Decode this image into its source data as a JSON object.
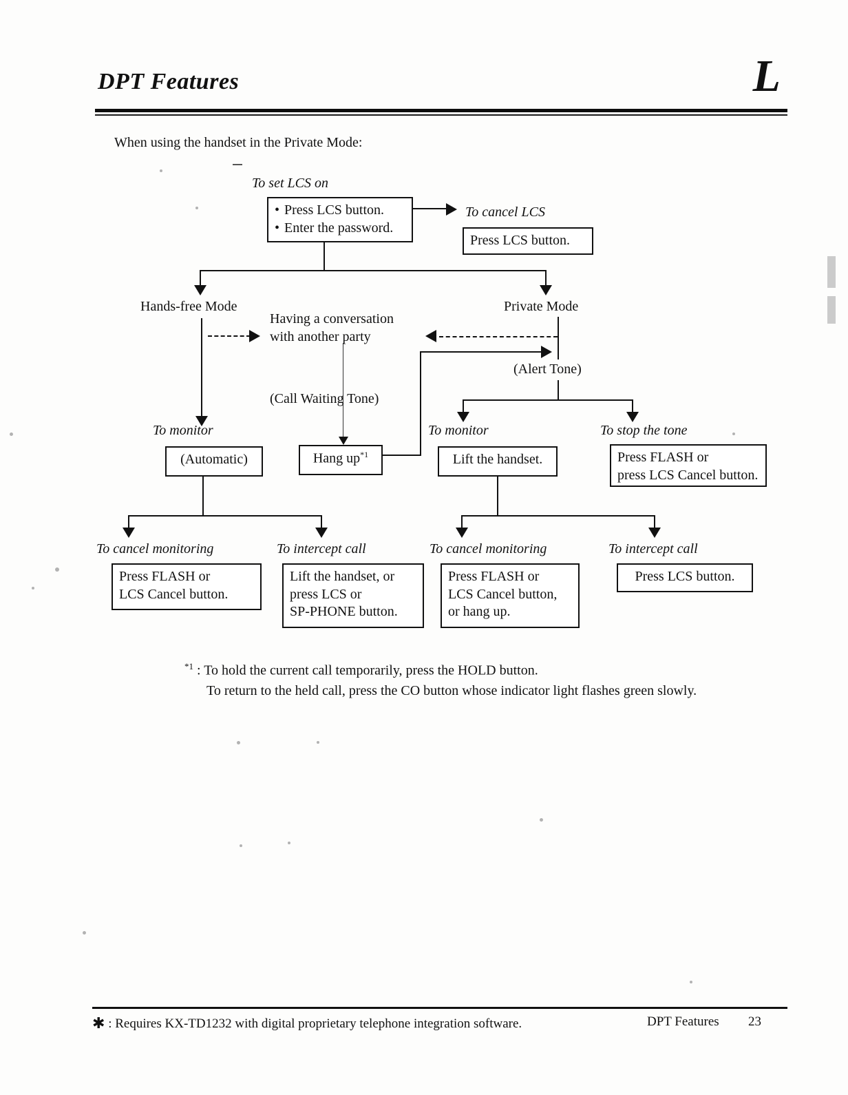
{
  "header": {
    "title": "DPT Features",
    "tab_letter": "L"
  },
  "intro": "When using the handset in the Private Mode:",
  "flow": {
    "set_lcs_on_label": "To set LCS on",
    "set_lcs_on_box": {
      "line1": "Press LCS button.",
      "line2": "Enter the password."
    },
    "cancel_lcs_label": "To cancel LCS",
    "cancel_lcs_box": {
      "line1": "Press LCS button."
    },
    "hands_free_mode": "Hands-free Mode",
    "private_mode": "Private Mode",
    "conversation": {
      "line1": "Having a conversation",
      "line2": "with another party"
    },
    "call_waiting_tone": "(Call Waiting Tone)",
    "alert_tone": "(Alert Tone)",
    "to_monitor_left": "To monitor",
    "automatic_box": {
      "line1": "(Automatic)"
    },
    "hang_up_box": {
      "line1": "Hang up",
      "footnote_marker": "*1"
    },
    "to_monitor_right": "To monitor",
    "lift_handset_box": {
      "line1": "Lift the handset."
    },
    "to_stop_the_tone": "To stop the tone",
    "stop_tone_box": {
      "line1": "Press FLASH or",
      "line2": "press LCS Cancel button."
    },
    "to_cancel_monitoring_1": "To cancel monitoring",
    "cancel_monitoring_box_1": {
      "line1": "Press FLASH or",
      "line2": "LCS Cancel button."
    },
    "to_intercept_call_1": "To intercept call",
    "intercept_call_box_1": {
      "line1": "Lift the handset, or",
      "line2": "press LCS or",
      "line3": "SP-PHONE button."
    },
    "to_cancel_monitoring_2": "To cancel monitoring",
    "cancel_monitoring_box_2": {
      "line1": "Press FLASH or",
      "line2": "LCS Cancel button,",
      "line3": "or hang up."
    },
    "to_intercept_call_2": "To intercept call",
    "intercept_call_box_2": {
      "line1": "Press LCS button."
    }
  },
  "footnote": {
    "marker": "*1",
    "separator": " : ",
    "line1": "To hold the current call temporarily, press the HOLD button.",
    "line2": "To return to the held call, press the CO button whose indicator light flashes green slowly."
  },
  "footer": {
    "star": "✱",
    "note": " : Requires KX-TD1232 with digital proprietary telephone integration software.",
    "section": "DPT Features",
    "page": "23"
  },
  "colors": {
    "ink": "#111111",
    "paper": "#fdfdfc"
  }
}
